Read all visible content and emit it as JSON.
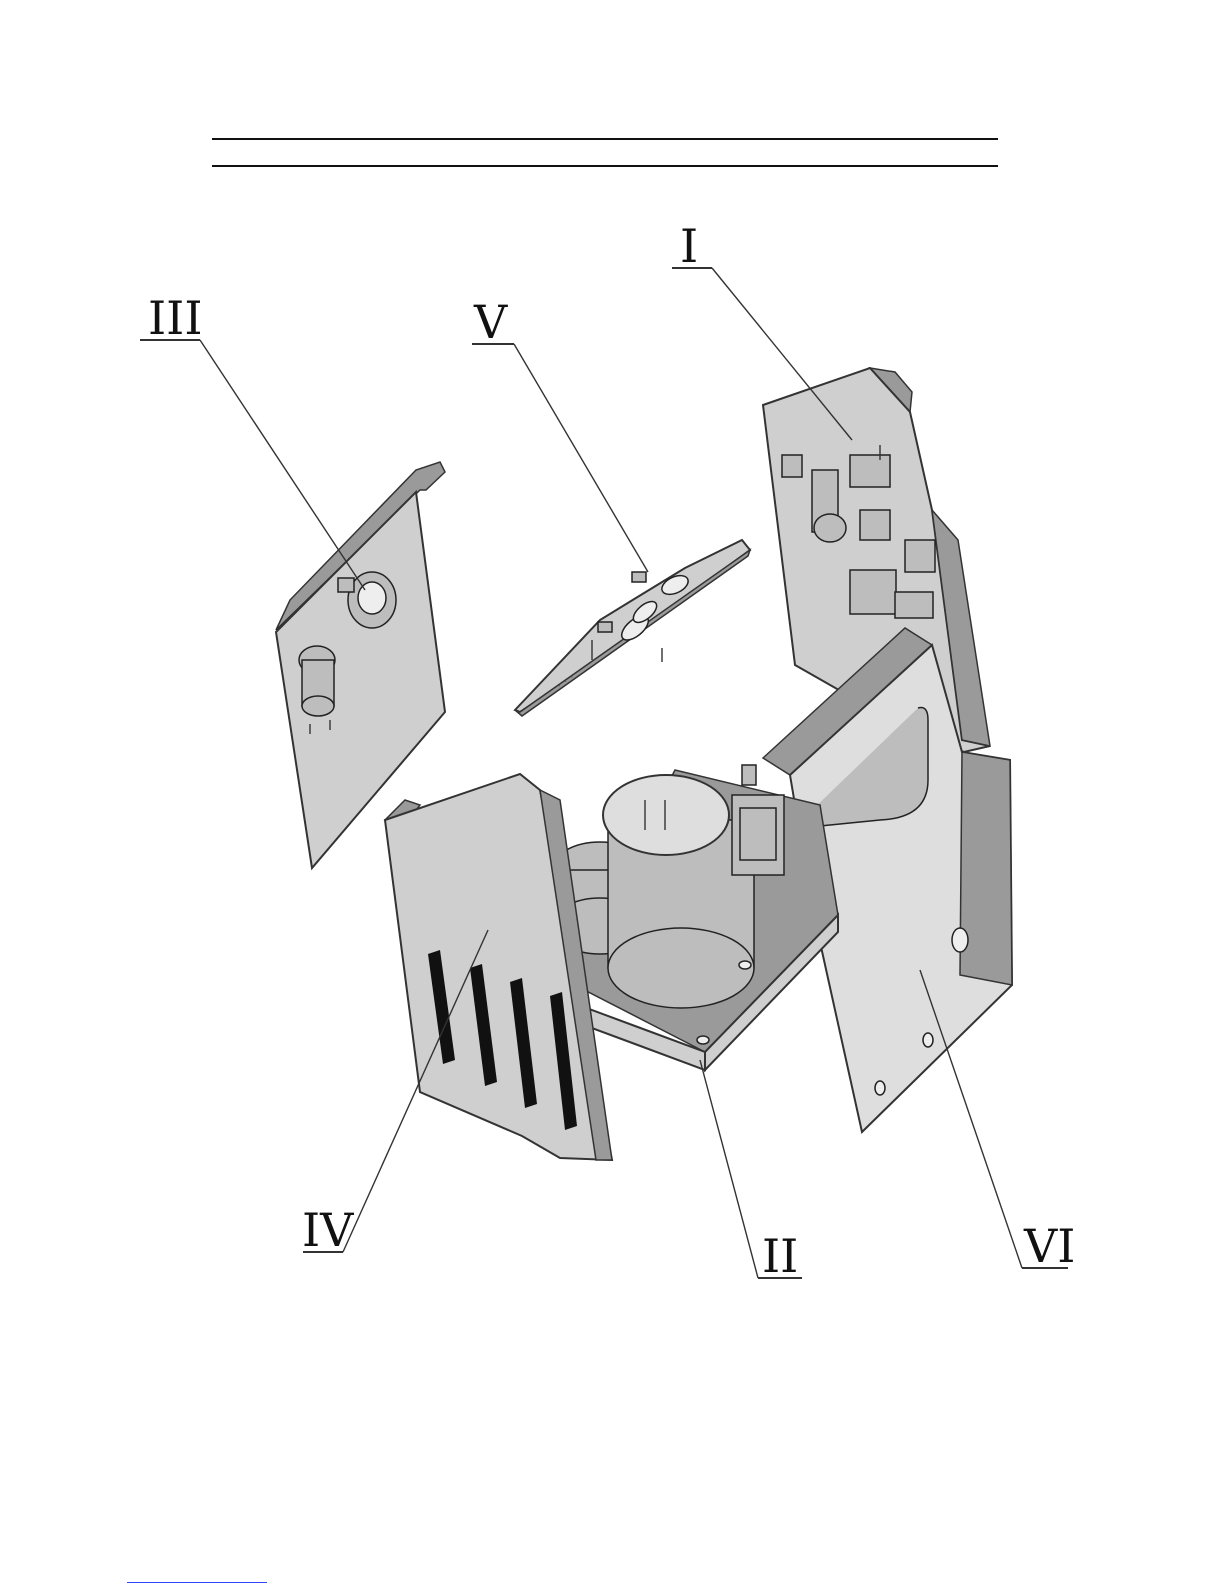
{
  "diagram": {
    "labels": {
      "I": "I",
      "II": "II",
      "III": "III",
      "IV": "IV",
      "V": "V",
      "VI": "VI"
    }
  },
  "colors": {
    "ink": "#111111",
    "panel_fill": "#cfcfcf",
    "footer_link": "#3344ff"
  }
}
